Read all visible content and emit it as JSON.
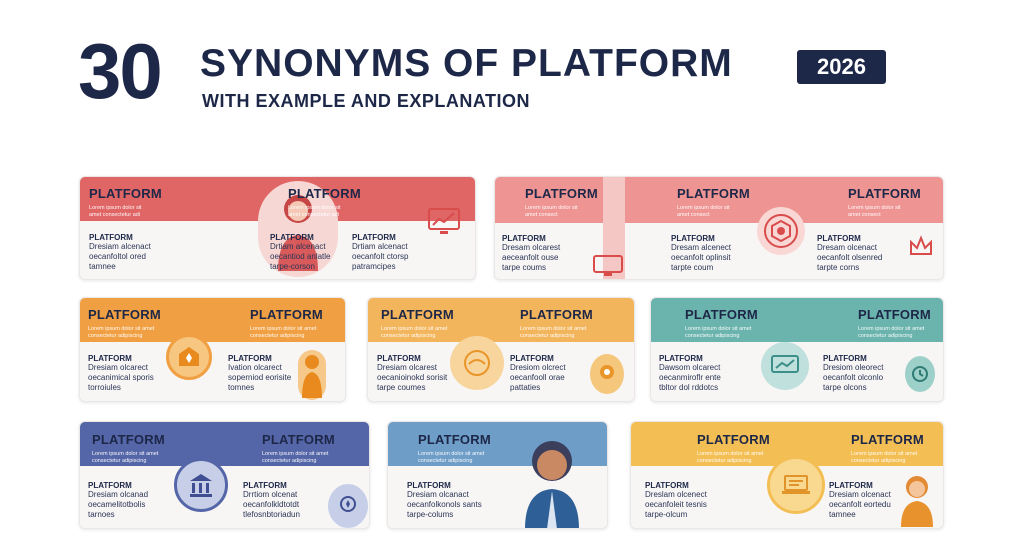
{
  "header": {
    "number": "30",
    "title": "SYNONYMS OF PLATFORM",
    "subtitle": "WITH EXAMPLE AND EXPLANATION",
    "year_badge": "2026"
  },
  "cards": [
    {
      "theme": "coral",
      "band_color": "#e06565",
      "top_labels": [
        "PLATFORM",
        "PLATFORM"
      ],
      "sub_lines": [
        "Lorem ipsum dolor sit",
        "amet consectetur adi"
      ],
      "blocks": [
        {
          "h": "PLATFORM",
          "lines": [
            "Dresiam alcenact",
            "oecanfoltol ored",
            "tamnee"
          ]
        },
        {
          "h": "PLATFORM",
          "lines": [
            "Drtiam alcenact",
            "oecantiod anlatle",
            "tarpe-corson"
          ]
        },
        {
          "h": "PLATFORM",
          "lines": [
            "Drtiam alcenact",
            "oecanfolt ctorsp",
            "patramcipes"
          ]
        }
      ]
    },
    {
      "theme": "salmon",
      "band_color": "#ee9593",
      "top_labels": [
        "PLATFORM",
        "PLATFORM",
        "PLATFORM"
      ],
      "sub_lines": [
        "Lorem ipsum dolor sit",
        "amet consect"
      ],
      "blocks": [
        {
          "h": "PLATFORM",
          "lines": [
            "Dresam olcarest",
            "aeceanfolt ouse",
            "tarpe coums"
          ]
        },
        {
          "h": "PLATFORM",
          "lines": [
            "Dresam alcenect",
            "oecanfolt oplinsit",
            "tarpte coum"
          ]
        },
        {
          "h": "PLATFORM",
          "lines": [
            "Dresam olcenact",
            "oecanfolt olsenred",
            "tarpte corns"
          ]
        }
      ]
    },
    {
      "theme": "orange",
      "band_color": "#f0a042",
      "top_labels": [
        "PLATFORM",
        "PLATFORM"
      ],
      "sub_lines": [
        "Lorem ipsum dolor sit amet",
        "consectetur adipiscing"
      ],
      "blocks": [
        {
          "h": "PLATFORM",
          "lines": [
            "Dresiam olcarect",
            "oecanimical sporis",
            "torroiules"
          ]
        },
        {
          "h": "PLATFORM",
          "lines": [
            "Ivation olcarect",
            "soperniod eorisite",
            "tomnes"
          ]
        }
      ]
    },
    {
      "theme": "amber",
      "band_color": "#f3b55c",
      "top_labels": [
        "PLATFORM",
        "PLATFORM"
      ],
      "sub_lines": [
        "Lorem ipsum dolor sit amet",
        "consectetur adipiscing"
      ],
      "blocks": [
        {
          "h": "PLATFORM",
          "lines": [
            "Dresiam olcarest",
            "oecanioinokd sorisit",
            "tarpe coumes"
          ]
        },
        {
          "h": "PLATFORM",
          "lines": [
            "Dresiom olcrect",
            "oecanfooll orae",
            "pattaties"
          ]
        }
      ]
    },
    {
      "theme": "teal",
      "band_color": "#6bb3ad",
      "top_labels": [
        "PLATFORM",
        "PLATFORM"
      ],
      "sub_lines": [
        "Lorem ipsum dolor sit amet",
        "consectetur adipiscing"
      ],
      "blocks": [
        {
          "h": "PLATFORM",
          "lines": [
            "Dawsom olcarect",
            "oecanmiroflr ente",
            "tbltor dol rddotcs"
          ]
        },
        {
          "h": "PLATFORM",
          "lines": [
            "Dresiom oleorect",
            "oecanfolt olconlo",
            "tarpe olcons"
          ]
        }
      ]
    },
    {
      "theme": "indigo",
      "band_color": "#5566a8",
      "top_labels": [
        "PLATFORM",
        "PLATFORM"
      ],
      "sub_lines": [
        "Lorem ipsum dolor sit amet",
        "consectetur adipiscing"
      ],
      "blocks": [
        {
          "h": "PLATFORM",
          "lines": [
            "Dresiam olcanad",
            "oecamelitotbolis",
            "tarnoes"
          ]
        },
        {
          "h": "PLATFORM",
          "lines": [
            "Drrtiom olcenat",
            "oecanfolkldtotdt",
            "tlefosnbtoriadun"
          ]
        }
      ]
    },
    {
      "theme": "steel",
      "band_color": "#6e9dc8",
      "top_labels": [
        "PLATFORM"
      ],
      "sub_lines": [
        "Lorem ipsum dolor sit amet",
        "consectetur adipiscing"
      ],
      "blocks": [
        {
          "h": "PLATFORM",
          "lines": [
            "Dresiam olcanact",
            "oecanfolkonols sants",
            "tarpe-colums"
          ]
        }
      ]
    },
    {
      "theme": "gold",
      "band_color": "#f3bf54",
      "top_labels": [
        "PLATFORM",
        "PLATFORM"
      ],
      "sub_lines": [
        "Lorem ipsum dolor sit amet",
        "consectetur adipiscing"
      ],
      "blocks": [
        {
          "h": "PLATFORM",
          "lines": [
            "Dreslam olcenect",
            "oecanfoleit tesnis",
            "tarpe-olcum"
          ]
        },
        {
          "h": "PLATFORM",
          "lines": [
            "Dresiam olcenact",
            "oecanfolt eortedu",
            "tamnee"
          ]
        }
      ]
    }
  ]
}
